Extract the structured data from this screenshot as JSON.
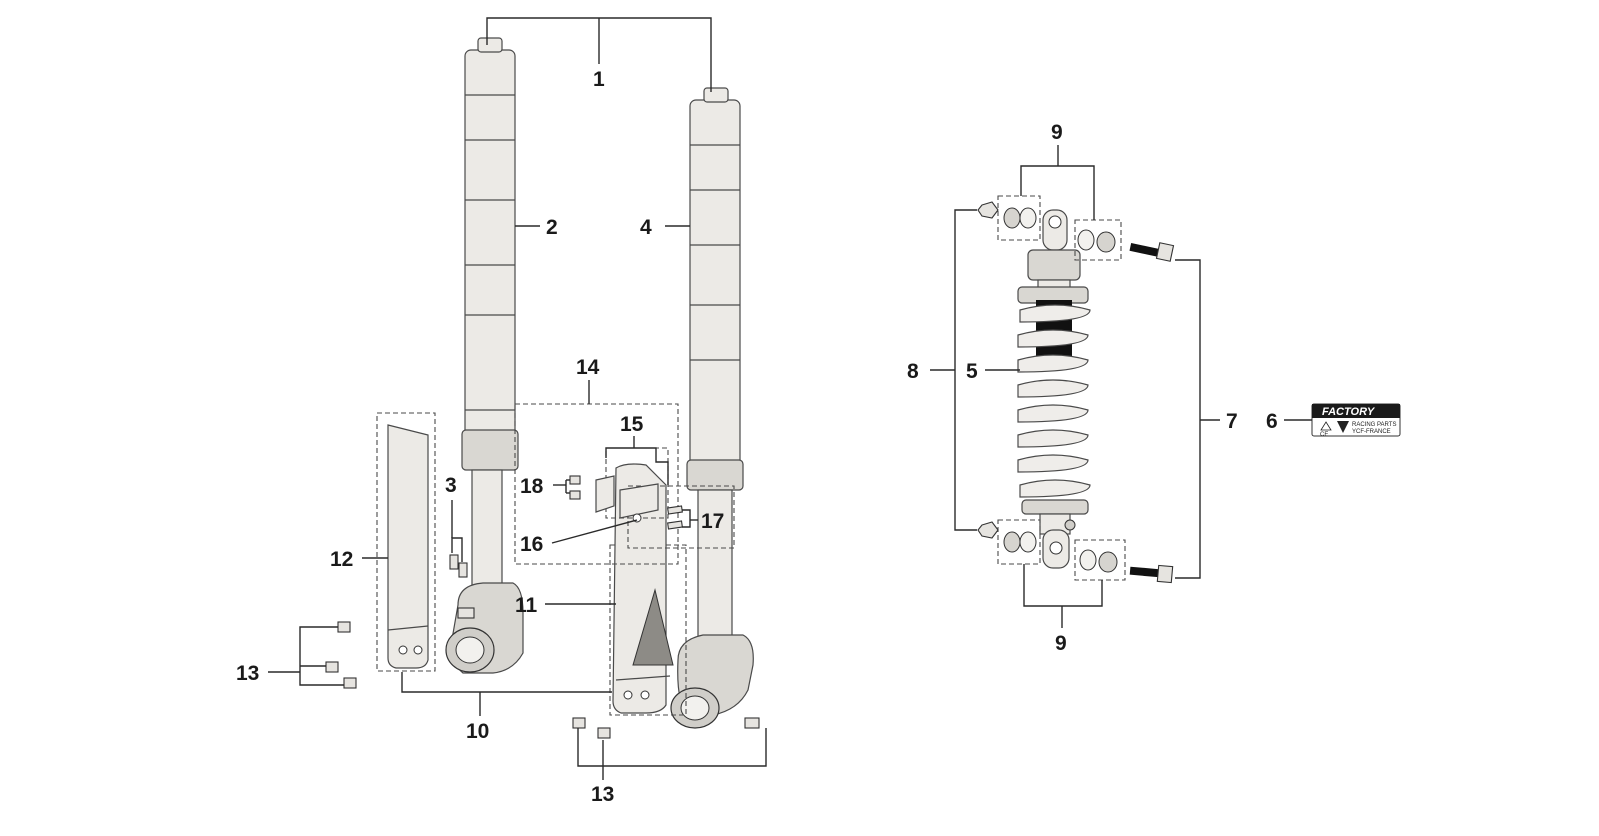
{
  "callouts": {
    "c1": "1",
    "c2": "2",
    "c3": "3",
    "c4": "4",
    "c5": "5",
    "c6": "6",
    "c7": "7",
    "c8": "8",
    "c9a": "9",
    "c9b": "9",
    "c10": "10",
    "c11": "11",
    "c12": "12",
    "c13a": "13",
    "c13b": "13",
    "c14": "14",
    "c15": "15",
    "c16": "16",
    "c17": "17",
    "c18": "18"
  },
  "decal": {
    "brand": "FACTORY",
    "line1": "RACING PARTS",
    "line2": "YCF-FRANCE",
    "mark": "CE"
  },
  "colors": {
    "line": "#2a2a2a",
    "tube": "#eceae6",
    "spring_dark": "#111111"
  }
}
